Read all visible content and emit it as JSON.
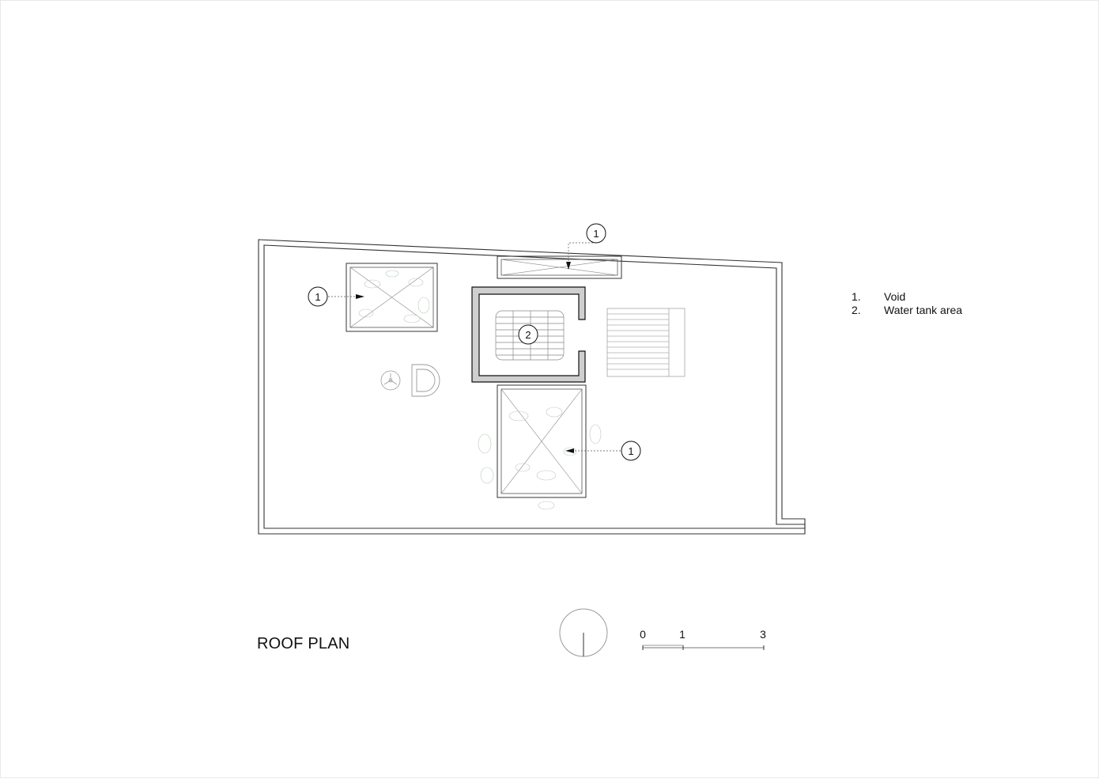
{
  "drawing": {
    "title": "ROOF PLAN",
    "legend": [
      {
        "num": "1.",
        "label": "Void"
      },
      {
        "num": "2.",
        "label": "Water tank area"
      }
    ],
    "tags": {
      "void_top": "1",
      "void_left": "1",
      "void_bottom": "1",
      "water_tank": "2"
    },
    "scale_bar": {
      "labels": [
        "0",
        "1",
        "3"
      ]
    }
  }
}
